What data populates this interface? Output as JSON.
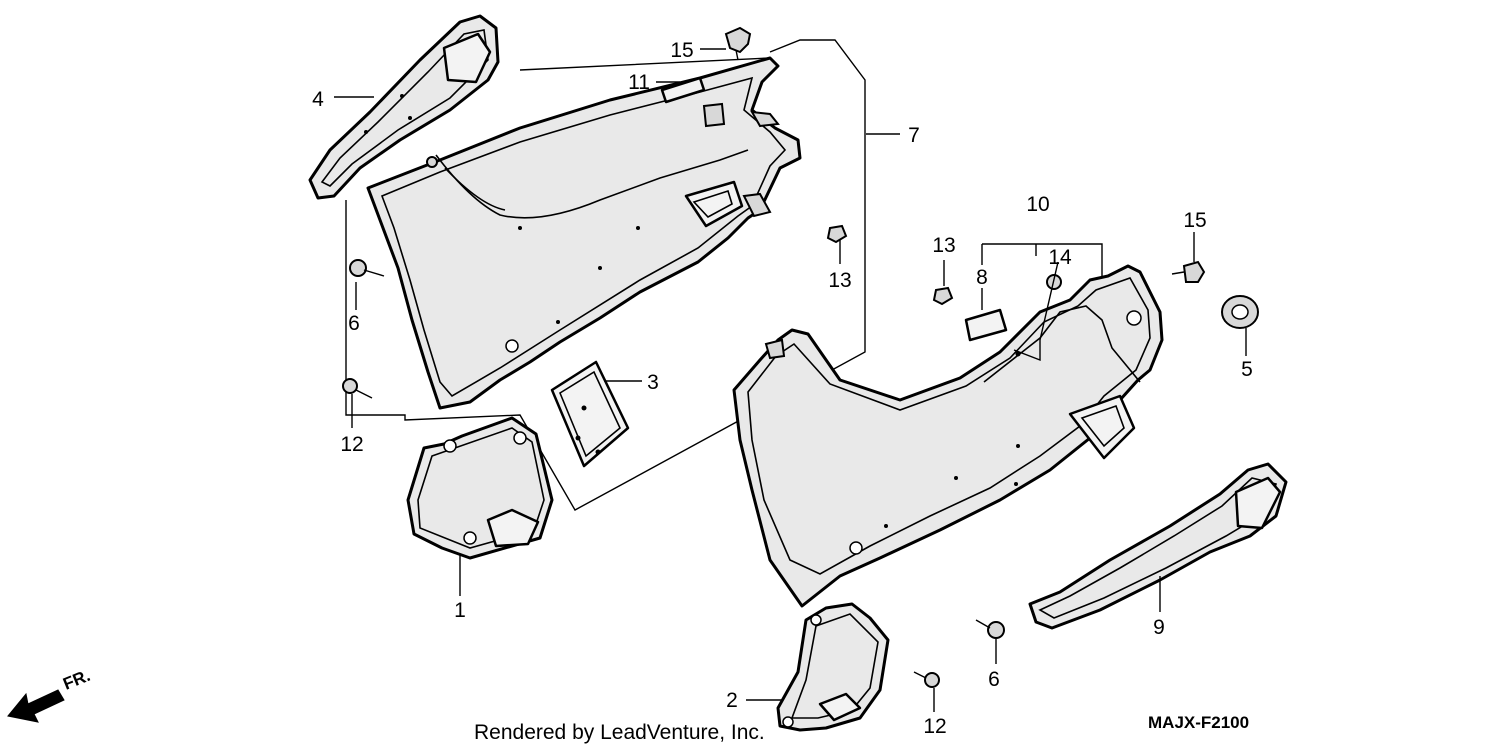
{
  "callouts": {
    "c1": "1",
    "c2": "2",
    "c3": "3",
    "c4": "4",
    "c5": "5",
    "c6a": "6",
    "c6b": "6",
    "c7": "7",
    "c8": "8",
    "c9": "9",
    "c10": "10",
    "c11": "11",
    "c12a": "12",
    "c12b": "12",
    "c13a": "13",
    "c13b": "13",
    "c14": "14",
    "c15a": "15",
    "c15b": "15"
  },
  "footer": {
    "credit": "Rendered by LeadVenture, Inc.",
    "diagram_code": "MAJX-F2100"
  },
  "direction": {
    "label": "FR."
  },
  "icons": [
    "front-direction-arrow-icon"
  ]
}
